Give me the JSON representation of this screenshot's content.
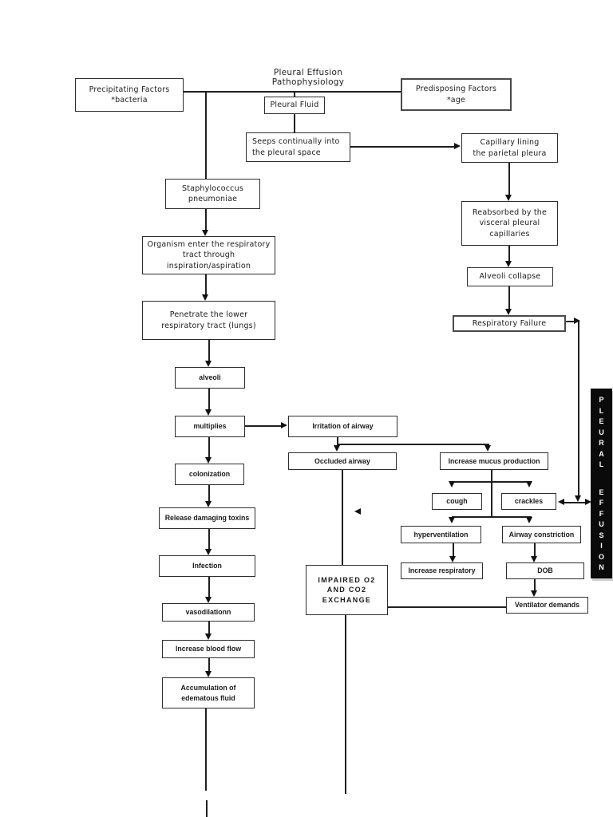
{
  "title": "Pleural Effusion Pathophysiology",
  "nodes": {
    "precipitating": "Precipitating Factors\n*bacteria",
    "predisposing": "Predisposing Factors\n*age",
    "pleural_fluid": "Pleural Fluid",
    "seeps": "Seeps continually into\nthe pleural space",
    "capillary": "Capillary lining\nthe parietal pleura",
    "reabsorbed": "Reabsorbed by the\nvisceral pleural\ncapillaries",
    "alveoli_collapse": "Alveoli collapse",
    "respiratory_failure": "Respiratory Failure",
    "staphylococcus": "Staphylococcus\npneumoniae",
    "organism": "Organism enter the respiratory\ntract through\ninspiration/aspiration",
    "penetrate": "Penetrate the lower\nrespiratory tract (lungs)",
    "alveoli": "alveoli",
    "multiplies": "multiplies",
    "colonization": "colonization",
    "release_toxins": "Release damaging toxins",
    "infection": "Infection",
    "vasodilation": "vasodilationn",
    "blood_flow": "Increase blood flow",
    "accumulation": "Accumulation of\nedematous fluid",
    "irritation": "Irritation of airway",
    "occluded": "Occluded airway",
    "mucus": "Increase mucus production",
    "cough": "cough",
    "crackles": "crackles",
    "hyperventilation": "hyperventilation",
    "airway_constriction": "Airway constriction",
    "increase_respiratory": "Increase respiratory",
    "dob": "DOB",
    "ventilator_demands": "Ventilator demands",
    "impaired": "IMPAIRED O2\nAND CO2\nEXCHANGE"
  },
  "sidebar": {
    "word1": "PLEURAL",
    "word2": "EFFUSION"
  },
  "colors": {
    "line": "#1f1f1f",
    "banner_bg": "#0a0a0a",
    "banner_text": "#ffffff"
  }
}
